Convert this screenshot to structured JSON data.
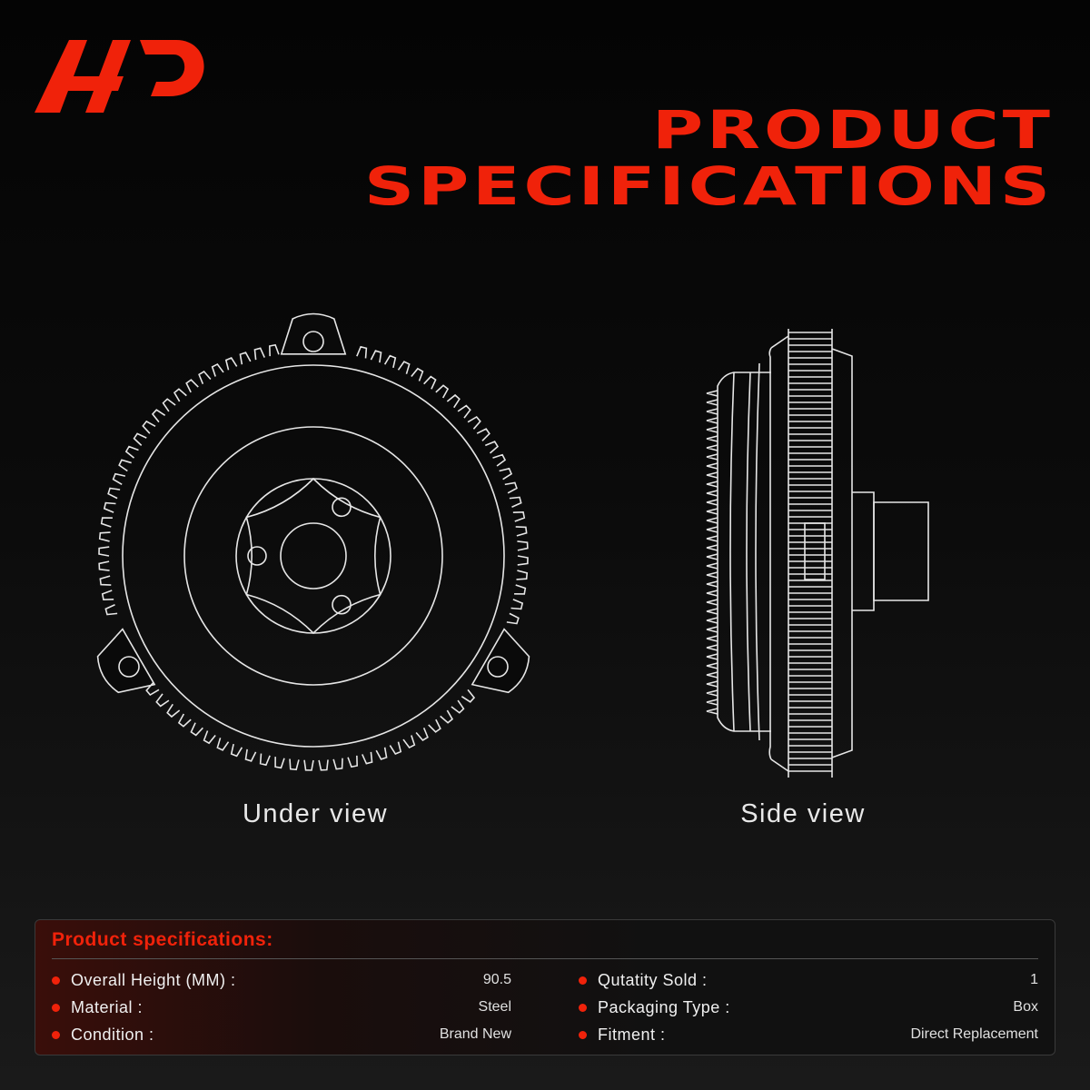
{
  "brand": {
    "logo_icon": "ap-logo-icon",
    "accent_color": "#f0220a"
  },
  "header": {
    "title_line1": "PRODUCT",
    "title_line2": "SPECIFICATIONS"
  },
  "views": {
    "under_label": "Under view",
    "side_label": "Side view",
    "under_icon": "flexplate-under-view-icon",
    "side_icon": "flexplate-side-view-icon"
  },
  "specs": {
    "title": "Product specifications:",
    "left": [
      {
        "label": "Overall Height (MM) :",
        "value": "90.5"
      },
      {
        "label": "Material :",
        "value": "Steel"
      },
      {
        "label": "Condition :",
        "value": "Brand New"
      }
    ],
    "right": [
      {
        "label": "Qutatity Sold :",
        "value": "1"
      },
      {
        "label": "Packaging Type :",
        "value": "Box"
      },
      {
        "label": "Fitment :",
        "value": "Direct Replacement"
      }
    ]
  }
}
